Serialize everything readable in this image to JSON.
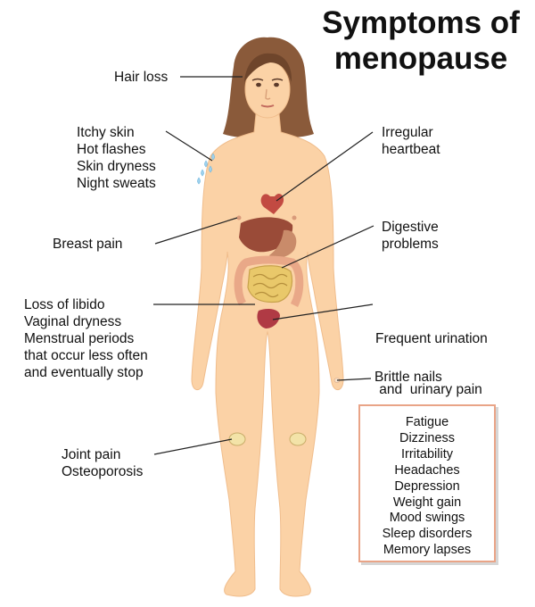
{
  "title": {
    "line1": "Symptoms of",
    "line2": "menopause"
  },
  "labels": {
    "hair_loss": "Hair loss",
    "skin": [
      "Itchy skin",
      "Hot flashes",
      "Skin dryness",
      "Night sweats"
    ],
    "breast_pain": "Breast pain",
    "libido": [
      "Loss of libido",
      "Vaginal dryness",
      "Menstrual periods",
      "that occur less often",
      "and eventually stop"
    ],
    "joint": [
      "Joint pain",
      "Osteoporosis"
    ],
    "heartbeat": [
      "Irregular",
      "heartbeat"
    ],
    "digestive": [
      "Digestive",
      "problems"
    ],
    "urination": [
      "Frequent urination",
      " and  urinary pain"
    ],
    "nails": "Brittle nails"
  },
  "other_symptoms": [
    "Fatigue",
    "Dizziness",
    "Irritability",
    "Headaches",
    "Depression",
    "Weight gain",
    "Mood swings",
    "Sleep disorders",
    "Memory lapses"
  ],
  "colors": {
    "skin": "#fbd2a6",
    "skin_shadow": "#f0bd8c",
    "hair": "#8a5a3a",
    "hair_dark": "#6e452b",
    "leader_line": "#222222",
    "box_border": "#e9a487",
    "heart": "#c24a42",
    "liver": "#9a4b38",
    "intestine": "#e9a888",
    "small_intestine": "#e9c86a",
    "bladder": "#b03a44",
    "sweat": "#9fd2ee"
  },
  "icons": {
    "sweat_drops": "droplet-icon"
  }
}
